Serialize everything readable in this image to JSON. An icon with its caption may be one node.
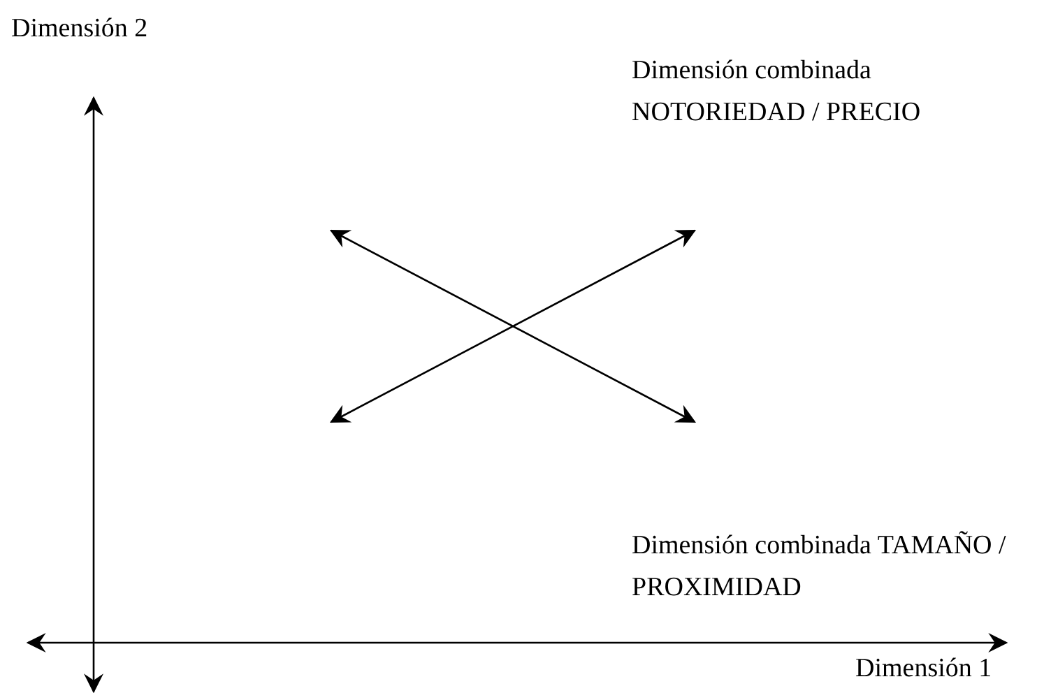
{
  "diagram": {
    "labels": [
      "Dimensión 2",
      "Dimensión combinada NOTORIEDAD / PRECIO",
      "Dimensión combinada TAMAÑO / PROXIMIDAD",
      "Dimensión 1"
    ]
  }
}
